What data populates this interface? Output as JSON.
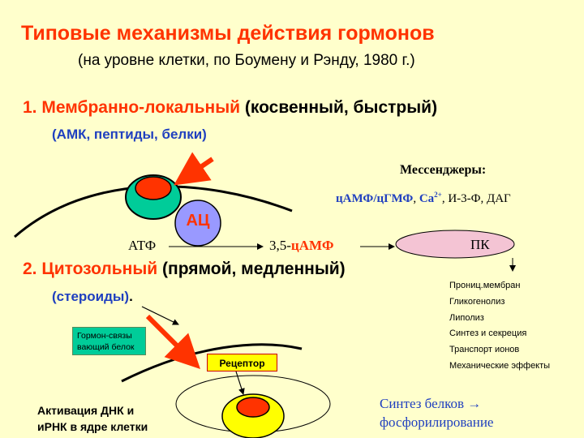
{
  "title": "Типовые механизмы действия гормонов",
  "subtitle": "(на уровне клетки, по Боумену и Рэнду, 1980 г.)",
  "section1": {
    "number": "1.",
    "name": "Мембранно-локальный",
    "note": "(косвенный, быстрый)",
    "examples": "(АМК, пептиды, белки)"
  },
  "messengers": {
    "title": "Мессенджеры:",
    "highlight": "цАМФ/цГМФ",
    "comma1": ", ",
    "ca": "Ca",
    "ca_sup": "2+",
    "rest": ", И-3-Ф, ДАГ"
  },
  "ac_label": "АЦ",
  "atf_label": "АТФ",
  "camp_prefix": "3,5-",
  "camp_label": "цАМФ",
  "pk_label": "ПК",
  "effects": [
    "Прониц.мембран",
    "Гликогенолиз",
    "Липолиз",
    "Синтез и секреция",
    "Транспорт ионов",
    "Механические эффекты"
  ],
  "section2": {
    "number": "2.",
    "name": "Цитозольный",
    "note": "(прямой, медленный)",
    "examples": "(стероиды)",
    "examples_dot": "."
  },
  "binding_protein": "Гормон-связы вающий белок",
  "receptor": "Рецептор",
  "activation_line1": "Активация ДНК и",
  "activation_line2": "иРНК в ядре клетки",
  "synthesis_line1": "Синтез белков →",
  "synthesis_line2": "фосфорилирование",
  "colors": {
    "background": "#ffffcc",
    "title": "#ff3300",
    "blue_text": "#1f3fbf",
    "arrow": "#ff3300",
    "ac_circle": "#9999ff",
    "receptor_base": "#00cc99",
    "hormone": "#ff3300",
    "pk_fill": "#f4c4d4",
    "receptor_yellow": "#ffff00"
  }
}
